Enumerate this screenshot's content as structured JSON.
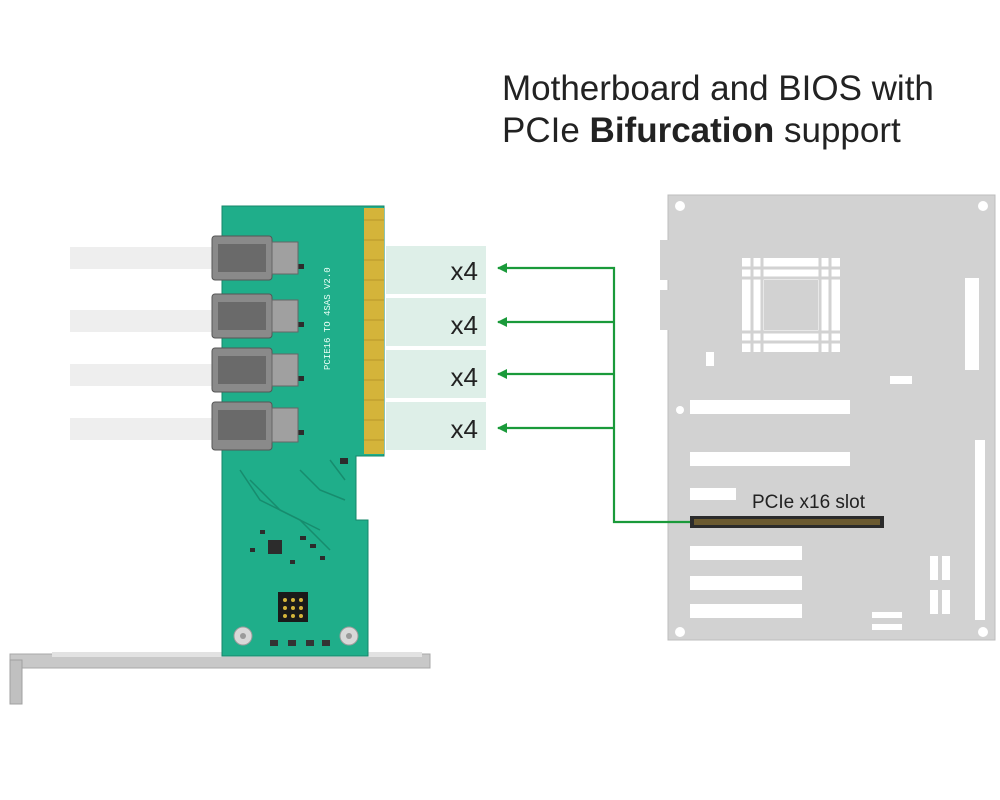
{
  "title": {
    "line1": "Motherboard and BIOS with",
    "line2_prefix": "PCIe ",
    "line2_bold": "Bifurcation",
    "line2_suffix": " support"
  },
  "lanes": [
    {
      "label": "x4"
    },
    {
      "label": "x4"
    },
    {
      "label": "x4"
    },
    {
      "label": "x4"
    }
  ],
  "slot_label": "PCIe x16 slot",
  "card_silkscreen": "PCIE16 TO 4SAS V2.0",
  "colors": {
    "pcb": "#1fae8a",
    "gold_contacts": "#d4b43a",
    "arrow": "#1a9a3a",
    "lane_highlight": "#d8ece4",
    "motherboard": "#d2d2d2",
    "bracket": "#c8c8c8",
    "connector": "#8a8a8a"
  }
}
